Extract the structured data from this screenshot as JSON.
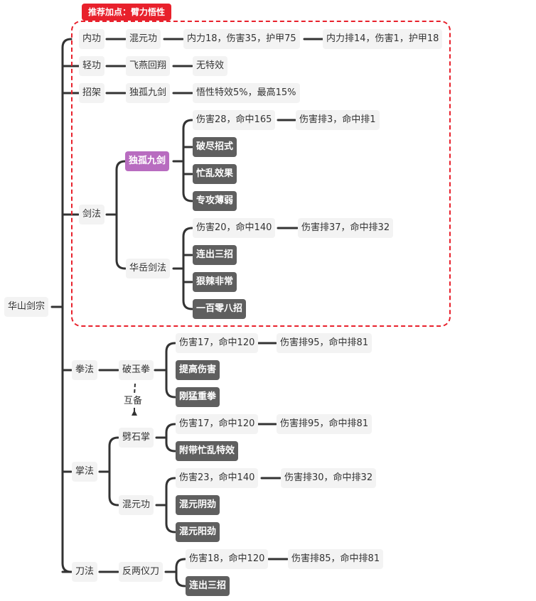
{
  "recommend_label": "推荐加点：臂力悟性",
  "root": "华山剑宗",
  "neigong": {
    "label": "内功",
    "skill": "混元功",
    "stats": "内力18，伤害35，护甲75",
    "rank": "内力排14，伤害1，护甲18"
  },
  "qinggong": {
    "label": "轻功",
    "skill": "飞燕回翔",
    "stats": "无特效"
  },
  "zhaojia": {
    "label": "招架",
    "skill": "独孤九剑",
    "stats": "悟性特效5%，最高15%"
  },
  "jianfa": {
    "label": "剑法",
    "dugu": {
      "label": "独孤九剑",
      "stats": "伤害28，命中165",
      "rank": "伤害排3，命中排1",
      "effects": [
        "破尽招式",
        "忙乱效果",
        "专攻薄弱"
      ]
    },
    "huayue": {
      "label": "华岳剑法",
      "stats": "伤害20，命中140",
      "rank": "伤害排37，命中排32",
      "effects": [
        "连出三招",
        "狠辣非常",
        "一百零八招"
      ]
    }
  },
  "quanfa": {
    "label": "拳法",
    "skill": "破玉拳",
    "stats": "伤害17，命中120",
    "rank": "伤害排95，命中排81",
    "effects": [
      "提高伤害",
      "刚猛重拳"
    ]
  },
  "hubei": "互备",
  "zhangfa": {
    "label": "掌法",
    "pishi": {
      "label": "劈石掌",
      "stats": "伤害17，命中120",
      "rank": "伤害排95，命中排81",
      "effects": [
        "附带忙乱特效"
      ]
    },
    "hunyuan": {
      "label": "混元功",
      "stats": "伤害23，命中140",
      "rank": "伤害排30，命中排32",
      "effects": [
        "混元阴劲",
        "混元阳劲"
      ]
    }
  },
  "daofa": {
    "label": "刀法",
    "skill": "反两仪刀",
    "stats": "伤害18，命中120",
    "rank": "伤害排85，命中排81",
    "effects": [
      "连出三招"
    ]
  }
}
